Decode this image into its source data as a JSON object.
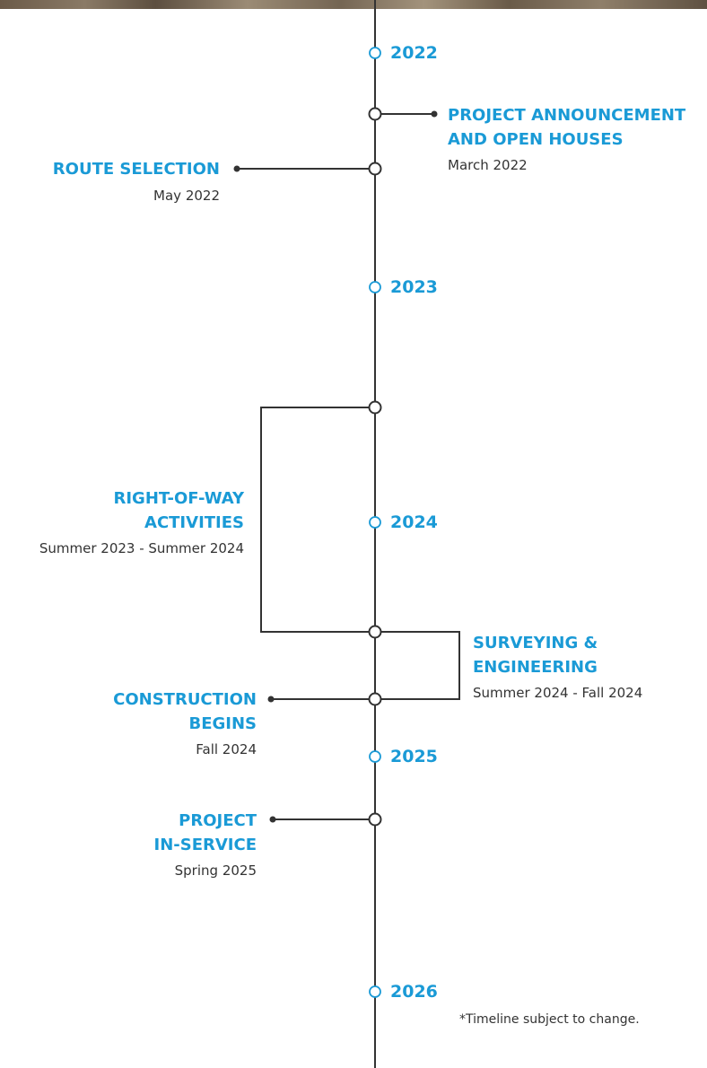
{
  "colors": {
    "accent": "#1a9ad6",
    "line": "#333333",
    "text": "#333333"
  },
  "years": [
    "2022",
    "2023",
    "2024",
    "2025",
    "2026"
  ],
  "events": {
    "announcement": {
      "title_line1": "PROJECT ANNOUNCEMENT",
      "title_line2": "AND OPEN HOUSES",
      "date": "March 2022"
    },
    "route": {
      "title": "ROUTE SELECTION",
      "date": "May 2022"
    },
    "row": {
      "title_line1": "RIGHT-OF-WAY",
      "title_line2": "ACTIVITIES",
      "date": "Summer 2023 - Summer 2024"
    },
    "survey": {
      "title_line1": "SURVEYING &",
      "title_line2": "ENGINEERING",
      "date": "Summer 2024 - Fall 2024"
    },
    "construction": {
      "title_line1": "CONSTRUCTION",
      "title_line2": "BEGINS",
      "date": "Fall 2024"
    },
    "inservice": {
      "title_line1": "PROJECT",
      "title_line2": "IN-SERVICE",
      "date": "Spring 2025"
    }
  },
  "note": "*Timeline subject to change."
}
